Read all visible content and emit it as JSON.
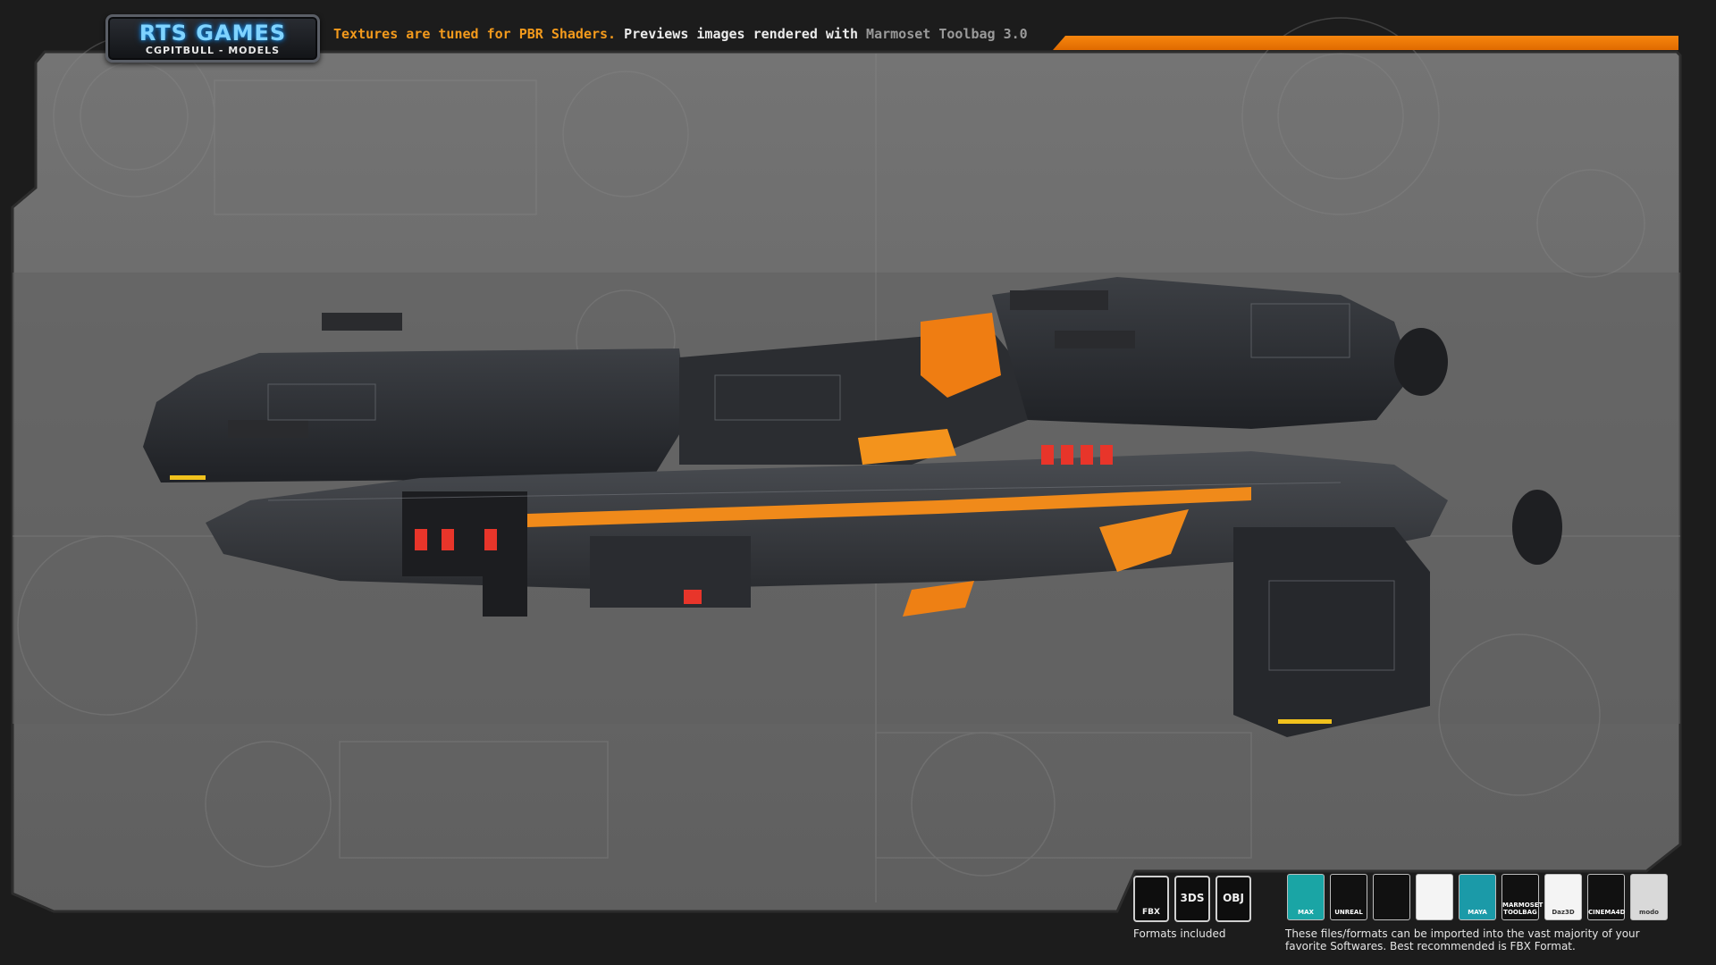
{
  "logo": {
    "title": "RTS GAMES",
    "subtitle": "CGPITBULL - MODELS"
  },
  "header": {
    "part1": "Textures are tuned for PBR Shaders.",
    "part2": " Previews images rendered with ",
    "part3": "Marmoset Toolbag 3.0"
  },
  "formats": {
    "label": "Formats included",
    "items": [
      "FBX",
      "3DS",
      "OBJ"
    ]
  },
  "software": {
    "label": "These files/formats can be imported into the vast majority of your favorite Softwares. Best recommended is FBX Format.",
    "items": [
      {
        "name": "3ds-max-icon",
        "text": "MAX",
        "color": "#1aa5a5"
      },
      {
        "name": "unreal-engine-icon",
        "text": "UNREAL",
        "color": "#111111"
      },
      {
        "name": "unity-icon",
        "text": "",
        "color": "#111111"
      },
      {
        "name": "blender-icon",
        "text": "",
        "color": "#f4f4f4"
      },
      {
        "name": "maya-icon",
        "text": "MAYA",
        "color": "#1b9aa8"
      },
      {
        "name": "marmoset-icon",
        "text": "MARMOSET TOOLBAG",
        "color": "#111111"
      },
      {
        "name": "daz3d-icon",
        "text": "Daz3D",
        "color": "#f4f4f4"
      },
      {
        "name": "cinema4d-icon",
        "text": "CINEMA4D",
        "color": "#111111"
      },
      {
        "name": "modo-icon",
        "text": "modo",
        "color": "#d9d9d9"
      }
    ]
  },
  "colors": {
    "accent": "#f39a1c",
    "bar": "#f7860e",
    "panel": "#6b6b6b",
    "frame": "#1a1a1a"
  }
}
